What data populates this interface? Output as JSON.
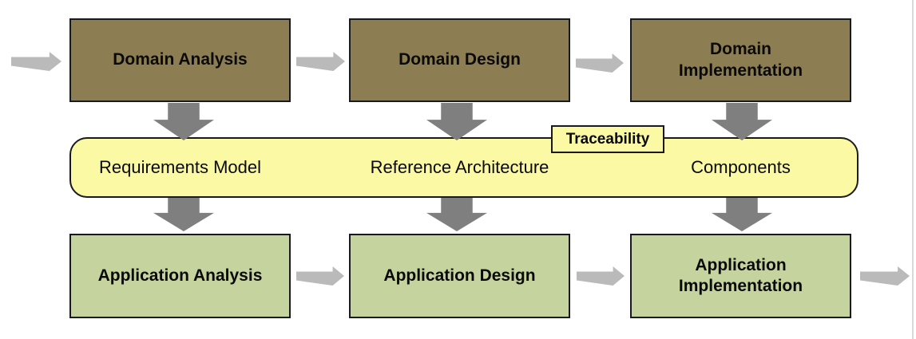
{
  "diagram": {
    "top_row": [
      {
        "label": "Domain Analysis"
      },
      {
        "label": "Domain Design"
      },
      {
        "label": "Domain Implementation"
      }
    ],
    "band": {
      "traceability_label": "Traceability",
      "artifacts": [
        {
          "label": "Requirements Model"
        },
        {
          "label": "Reference Architecture"
        },
        {
          "label": "Components"
        }
      ]
    },
    "bottom_row": [
      {
        "label": "Application Analysis"
      },
      {
        "label": "Application Design"
      },
      {
        "label": "Application Implementation"
      }
    ],
    "colors": {
      "domain_box_fill": "#8D7D52",
      "application_box_fill": "#C5D39E",
      "band_fill": "#FBF9A3",
      "box_border": "#1A1A1A",
      "horizontal_arrow": "#BABABA",
      "vertical_arrow": "#7F7F7F"
    }
  }
}
